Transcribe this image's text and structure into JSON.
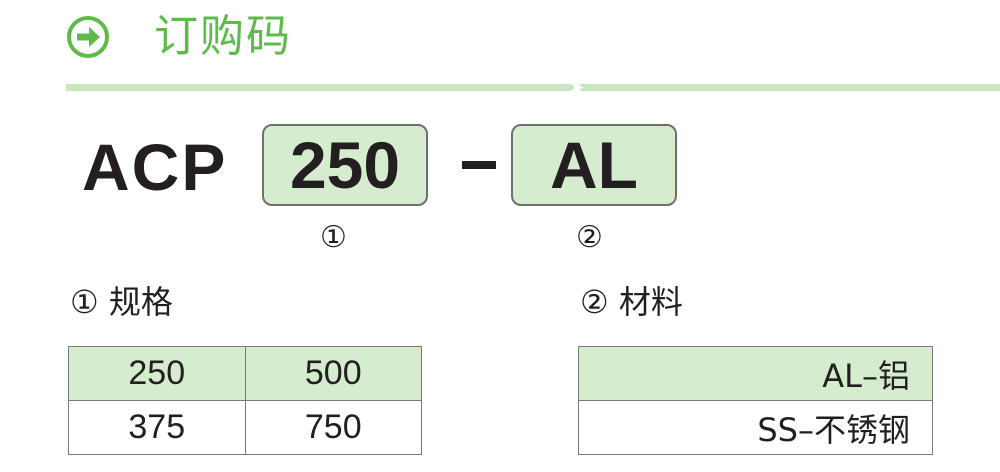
{
  "header": {
    "icon": "arrow-right-circle-icon",
    "title": "订购码",
    "accent_color": "#5dbb4b",
    "rule_color": "#c9e6c0"
  },
  "order_code": {
    "prefix": "ACP",
    "spec_value": "250",
    "separator": "–",
    "material_value": "AL",
    "spec_marker": "①",
    "material_marker": "②",
    "box_color": "#d5ecce"
  },
  "spec_section": {
    "label": "① 规格",
    "rows": [
      [
        "250",
        "500"
      ],
      [
        "375",
        "750"
      ]
    ]
  },
  "material_section": {
    "label": "② 材料",
    "rows": [
      "AL–铝",
      "SS–不锈钢"
    ]
  }
}
